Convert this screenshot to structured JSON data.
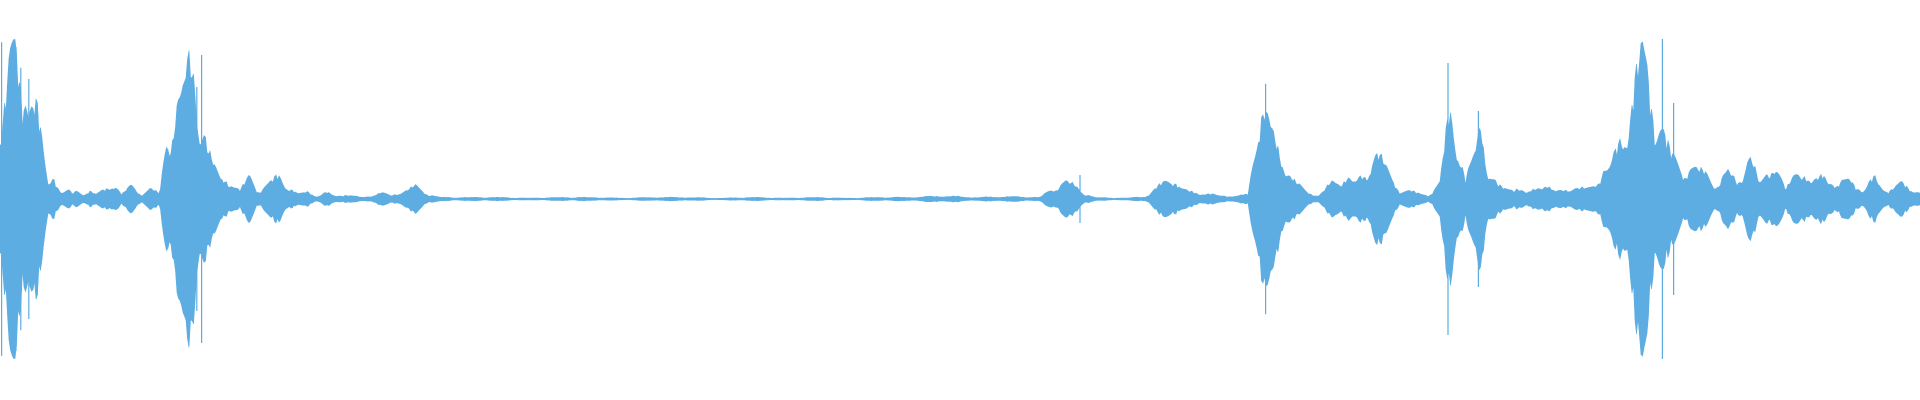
{
  "waveform": {
    "color": "#5dade2",
    "background": "#ffffff",
    "duration_s": 60,
    "samples": [
      [
        0.0,
        0.55
      ],
      [
        0.3,
        0.85
      ],
      [
        0.5,
        0.9
      ],
      [
        0.7,
        0.6
      ],
      [
        0.9,
        0.85
      ],
      [
        1.1,
        0.7
      ],
      [
        1.3,
        0.35
      ],
      [
        1.5,
        0.1
      ],
      [
        1.7,
        0.16
      ],
      [
        1.9,
        0.05
      ],
      [
        2.1,
        0.06
      ],
      [
        2.3,
        0.03
      ],
      [
        2.4,
        0.06
      ],
      [
        2.6,
        0.03
      ],
      [
        2.8,
        0.06
      ],
      [
        3.0,
        0.03
      ],
      [
        3.3,
        0.06
      ],
      [
        3.6,
        0.1
      ],
      [
        3.8,
        0.03
      ],
      [
        4.1,
        0.08
      ],
      [
        4.4,
        0.03
      ],
      [
        4.7,
        0.07
      ],
      [
        5.0,
        0.03
      ],
      [
        5.2,
        0.4
      ],
      [
        5.5,
        0.6
      ],
      [
        5.8,
        0.85
      ],
      [
        6.1,
        0.8
      ],
      [
        6.3,
        0.6
      ],
      [
        6.5,
        0.3
      ],
      [
        6.7,
        0.22
      ],
      [
        6.9,
        0.12
      ],
      [
        7.1,
        0.15
      ],
      [
        7.3,
        0.08
      ],
      [
        7.5,
        0.05
      ],
      [
        7.8,
        0.15
      ],
      [
        8.1,
        0.05
      ],
      [
        8.4,
        0.09
      ],
      [
        8.7,
        0.16
      ],
      [
        9.0,
        0.08
      ],
      [
        9.3,
        0.03
      ],
      [
        9.6,
        0.05
      ],
      [
        9.9,
        0.02
      ],
      [
        10.2,
        0.04
      ],
      [
        10.5,
        0.02
      ],
      [
        10.8,
        0.03
      ],
      [
        11.0,
        0.02
      ],
      [
        11.3,
        0.01
      ],
      [
        11.6,
        0.02
      ],
      [
        11.9,
        0.04
      ],
      [
        12.2,
        0.02
      ],
      [
        12.6,
        0.05
      ],
      [
        13.0,
        0.08
      ],
      [
        13.4,
        0.03
      ],
      [
        13.8,
        0.01
      ],
      [
        14.5,
        0.01
      ],
      [
        15.5,
        0.01
      ],
      [
        16.5,
        0.005
      ],
      [
        17.5,
        0.01
      ],
      [
        18.5,
        0.01
      ],
      [
        19.5,
        0.005
      ],
      [
        20.5,
        0.01
      ],
      [
        21.5,
        0.01
      ],
      [
        22.5,
        0.005
      ],
      [
        23.5,
        0.01
      ],
      [
        24.5,
        0.005
      ],
      [
        25.5,
        0.01
      ],
      [
        26.5,
        0.005
      ],
      [
        27.5,
        0.01
      ],
      [
        28.5,
        0.01
      ],
      [
        29.5,
        0.02
      ],
      [
        30.5,
        0.01
      ],
      [
        31.5,
        0.015
      ],
      [
        32.5,
        0.01
      ],
      [
        33.3,
        0.12
      ],
      [
        33.6,
        0.08
      ],
      [
        33.9,
        0.04
      ],
      [
        34.2,
        0.01
      ],
      [
        35.2,
        0.005
      ],
      [
        35.9,
        0.02
      ],
      [
        36.3,
        0.1
      ],
      [
        36.6,
        0.15
      ],
      [
        36.9,
        0.06
      ],
      [
        37.2,
        0.05
      ],
      [
        37.5,
        0.04
      ],
      [
        37.8,
        0.03
      ],
      [
        38.1,
        0.025
      ],
      [
        38.4,
        0.02
      ],
      [
        38.7,
        0.02
      ],
      [
        39.0,
        0.03
      ],
      [
        39.3,
        0.5
      ],
      [
        39.5,
        0.62
      ],
      [
        39.7,
        0.4
      ],
      [
        39.9,
        0.35
      ],
      [
        40.2,
        0.2
      ],
      [
        40.5,
        0.1
      ],
      [
        40.8,
        0.05
      ],
      [
        41.2,
        0.02
      ],
      [
        41.6,
        0.1
      ],
      [
        42.0,
        0.15
      ],
      [
        42.4,
        0.12
      ],
      [
        42.7,
        0.15
      ],
      [
        42.9,
        0.34
      ],
      [
        43.2,
        0.25
      ],
      [
        43.5,
        0.12
      ],
      [
        43.8,
        0.05
      ],
      [
        44.1,
        0.05
      ],
      [
        44.4,
        0.03
      ],
      [
        44.7,
        0.03
      ],
      [
        45.0,
        0.1
      ],
      [
        45.3,
        0.6
      ],
      [
        45.5,
        0.45
      ],
      [
        45.8,
        0.1
      ],
      [
        46.1,
        0.35
      ],
      [
        46.3,
        0.55
      ],
      [
        46.5,
        0.2
      ],
      [
        46.8,
        0.08
      ],
      [
        47.1,
        0.07
      ],
      [
        47.4,
        0.08
      ],
      [
        47.7,
        0.03
      ],
      [
        48.0,
        0.07
      ],
      [
        48.3,
        0.1
      ],
      [
        48.6,
        0.04
      ],
      [
        48.9,
        0.06
      ],
      [
        49.2,
        0.08
      ],
      [
        49.6,
        0.06
      ],
      [
        49.9,
        0.12
      ],
      [
        50.1,
        0.2
      ],
      [
        50.5,
        0.28
      ],
      [
        50.8,
        0.5
      ],
      [
        51.1,
        0.8
      ],
      [
        51.3,
        0.95
      ],
      [
        51.6,
        0.65
      ],
      [
        51.9,
        0.5
      ],
      [
        52.2,
        0.28
      ],
      [
        52.5,
        0.2
      ],
      [
        52.8,
        0.2
      ],
      [
        53.1,
        0.18
      ],
      [
        53.4,
        0.16
      ],
      [
        53.7,
        0.08
      ],
      [
        54.0,
        0.2
      ],
      [
        54.3,
        0.1
      ],
      [
        54.6,
        0.3
      ],
      [
        55.0,
        0.1
      ],
      [
        55.4,
        0.25
      ],
      [
        55.8,
        0.05
      ],
      [
        56.2,
        0.22
      ],
      [
        56.6,
        0.08
      ],
      [
        57.0,
        0.18
      ],
      [
        57.4,
        0.07
      ],
      [
        57.8,
        0.15
      ],
      [
        58.2,
        0.05
      ],
      [
        58.6,
        0.14
      ],
      [
        59.0,
        0.05
      ],
      [
        59.4,
        0.1
      ],
      [
        60.0,
        0.04
      ]
    ],
    "spikes": [
      [
        0.05,
        0.98
      ],
      [
        0.35,
        0.95
      ],
      [
        0.5,
        0.95
      ],
      [
        0.65,
        0.82
      ],
      [
        0.9,
        0.75
      ],
      [
        6.15,
        0.7
      ],
      [
        6.3,
        0.9
      ],
      [
        33.75,
        0.15
      ],
      [
        39.55,
        0.72
      ],
      [
        45.25,
        0.85
      ],
      [
        46.2,
        0.55
      ],
      [
        51.95,
        1.0
      ],
      [
        52.3,
        0.6
      ]
    ]
  }
}
